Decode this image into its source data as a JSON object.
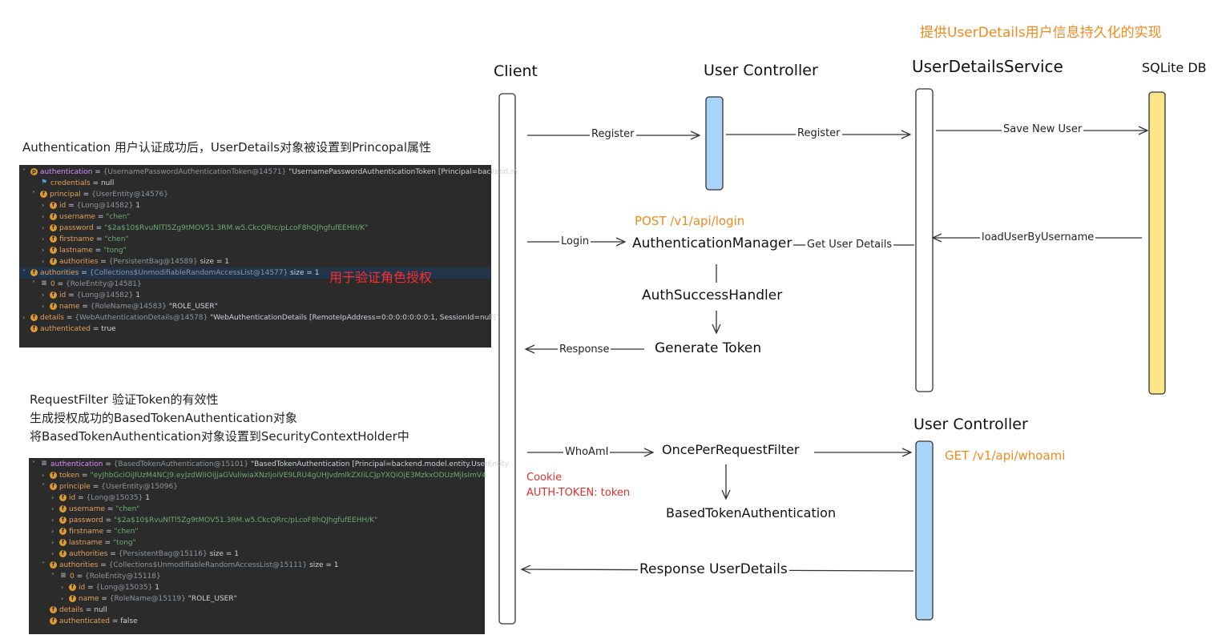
{
  "top_note": "提供UserDetails用户信息持久化的实现",
  "actors": {
    "client": "Client",
    "user_controller": "User Controller",
    "user_details_service": "UserDetailsService",
    "sqlite": "SQLite DB",
    "user_controller_2": "User Controller"
  },
  "left_notes": {
    "auth_note": "Authentication 用户认证成功后，UserDetails对象被设置到Princopal属性",
    "filter_note_1": "RequestFilter 验证Token的有效性",
    "filter_note_2": "生成授权成功的BasedTokenAuthentication对象",
    "filter_note_3": "将BasedTokenAuthentication对象设置到SecurityContextHolder中"
  },
  "messages": {
    "register_1": "Register",
    "register_2": "Register",
    "save_new_user": "Save New User",
    "login": "Login",
    "auth_manager": "AuthenticationManager",
    "get_user_details": "Get User Details",
    "load_user": "loadUserByUsername",
    "auth_success": "AuthSuccessHandler",
    "generate_token": "Generate Token",
    "response": "Response",
    "whoami": "WhoAmI",
    "once_filter": "OncePerRequestFilter",
    "based_token": "BasedTokenAuthentication",
    "response_user": "Response UserDetails"
  },
  "annotations": {
    "post_login": "POST /v1/api/login",
    "get_whoami": "GET /v1/api/whoami",
    "cookie_1": "Cookie",
    "cookie_2": "AUTH-TOKEN: token",
    "role_tag": "用于验证角色授权"
  },
  "debug1": [
    {
      "arrow": "v",
      "icon": "p",
      "name": "authentication",
      "type": "{UsernamePasswordAuthenticationToken@14571}",
      "value": "\"UsernamePasswordAuthenticationToken [Principal=backend.m",
      "hl": false
    },
    {
      "arrow": "",
      "icon": "flag",
      "name": "credentials",
      "type": "",
      "value": "null",
      "hl": false
    },
    {
      "arrow": "v",
      "icon": "f",
      "name": "principal",
      "type": "{UserEntity@14576}",
      "value": "",
      "hl": false
    },
    {
      "arrow": ">",
      "icon": "f",
      "name": "id",
      "type": "{Long@14582}",
      "value": "1",
      "hl": false
    },
    {
      "arrow": ">",
      "icon": "f",
      "name": "username",
      "type": "",
      "value": "\"chen\"",
      "hl": false
    },
    {
      "arrow": ">",
      "icon": "f",
      "name": "password",
      "type": "",
      "value": "\"$2a$10$RvuNlTl5Zg9tMOV51.3RM.w5.CkcQRrc/pLcoF8hQJhgfufEEHH/K\"",
      "hl": false
    },
    {
      "arrow": ">",
      "icon": "f",
      "name": "firstname",
      "type": "",
      "value": "\"chen\"",
      "hl": false
    },
    {
      "arrow": ">",
      "icon": "f",
      "name": "lastname",
      "type": "",
      "value": "\"tong\"",
      "hl": false
    },
    {
      "arrow": ">",
      "icon": "f",
      "name": "authorities",
      "type": "{PersistentBag@14589}",
      "value": "size = 1",
      "hl": false
    },
    {
      "arrow": "v",
      "icon": "f",
      "name": "authorities",
      "type": "{Collections$UnmodifiableRandomAccessList@14577}",
      "value": "size = 1",
      "hl": true
    },
    {
      "arrow": "v",
      "icon": "list",
      "name": "0",
      "type": "{RoleEntity@14581}",
      "value": "",
      "hl": false
    },
    {
      "arrow": ">",
      "icon": "f",
      "name": "id",
      "type": "{Long@14582}",
      "value": "1",
      "hl": false
    },
    {
      "arrow": ">",
      "icon": "f",
      "name": "name",
      "type": "{RoleName@14583}",
      "value": "\"ROLE_USER\"",
      "hl": false
    },
    {
      "arrow": ">",
      "icon": "f",
      "name": "details",
      "type": "{WebAuthenticationDetails@14578}",
      "value": "\"WebAuthenticationDetails [RemoteIpAddress=0:0:0:0:0:0:0:1, SessionId=null]\"",
      "hl": false
    },
    {
      "arrow": "",
      "icon": "f",
      "name": "authenticated",
      "type": "",
      "value": "true",
      "hl": false
    }
  ],
  "debug2": [
    {
      "arrow": "v",
      "icon": "list",
      "name": "authentication",
      "type": "{BasedTokenAuthentication@15101}",
      "value": "\"BasedTokenAuthentication [Principal=backend.model.entity.UserEntity",
      "hl": false
    },
    {
      "arrow": ">",
      "icon": "f",
      "name": "token",
      "type": "",
      "value": "\"eyJhbGciOiJIUzM4NCJ9.eyJzdWIiOiJjaGVuIiwiaXNzIjoiVE9LRU4gUHJvdmlkZXIiLCJpYXQiOjE3MzkxODUzMjIsImV4",
      "hl": false
    },
    {
      "arrow": "v",
      "icon": "f",
      "name": "principle",
      "type": "{UserEntity@15096}",
      "value": "",
      "hl": false
    },
    {
      "arrow": ">",
      "icon": "f",
      "name": "id",
      "type": "{Long@15035}",
      "value": "1",
      "hl": false
    },
    {
      "arrow": ">",
      "icon": "f",
      "name": "username",
      "type": "",
      "value": "\"chen\"",
      "hl": false
    },
    {
      "arrow": ">",
      "icon": "f",
      "name": "password",
      "type": "",
      "value": "\"$2a$10$RvuNlTl5Zg9tMOV51.3RM.w5.CkcQRrc/pLcoF8hQJhgfufEEHH/K\"",
      "hl": false
    },
    {
      "arrow": ">",
      "icon": "f",
      "name": "firstname",
      "type": "",
      "value": "\"chen\"",
      "hl": false
    },
    {
      "arrow": ">",
      "icon": "f",
      "name": "lastname",
      "type": "",
      "value": "\"tong\"",
      "hl": false
    },
    {
      "arrow": ">",
      "icon": "f",
      "name": "authorities",
      "type": "{PersistentBag@15116}",
      "value": "size = 1",
      "hl": false
    },
    {
      "arrow": "v",
      "icon": "f",
      "name": "authorities",
      "type": "{Collections$UnmodifiableRandomAccessList@15111}",
      "value": "size = 1",
      "hl": false
    },
    {
      "arrow": "v",
      "icon": "list",
      "name": "0",
      "type": "{RoleEntity@15118}",
      "value": "",
      "hl": false
    },
    {
      "arrow": ">",
      "icon": "f",
      "name": "id",
      "type": "{Long@15035}",
      "value": "1",
      "hl": false
    },
    {
      "arrow": ">",
      "icon": "f",
      "name": "name",
      "type": "{RoleName@15119}",
      "value": "\"ROLE_USER\"",
      "hl": false
    },
    {
      "arrow": "",
      "icon": "f",
      "name": "details",
      "type": "",
      "value": "null",
      "hl": false
    },
    {
      "arrow": "",
      "icon": "f",
      "name": "authenticated",
      "type": "",
      "value": "false",
      "hl": false
    }
  ],
  "colors": {
    "orange": "#f08a1c",
    "red": "#e0312e",
    "lifeline_blue": "#a9d5fb",
    "lifeline_yellow": "#fde68a",
    "debug_bg": "#2b2b2b"
  }
}
